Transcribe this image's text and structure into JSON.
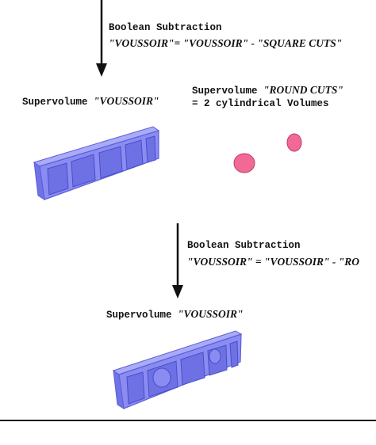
{
  "step1": {
    "heading": "Boolean Subtraction",
    "formula": "\"VOUSSOIR\"= \"VOUSSOIR\" - \"SQUARE CUTS\""
  },
  "voussoir_label": {
    "prefix": "Supervolume ",
    "name": "\"VOUSSOIR\""
  },
  "round_cuts_label": {
    "prefix": "Supervolume ",
    "name": "\"ROUND CUTS\"",
    "line2": "= 2 cylindrical Volumes"
  },
  "step2": {
    "heading": "Boolean Subtraction",
    "formula": "\"VOUSSOIR\" = \"VOUSSOIR\" - \"RO"
  },
  "result_label": {
    "prefix": "Supervolume ",
    "name": "\"VOUSSOIR\""
  },
  "colors": {
    "beam": "#8a8cf2",
    "beam_dark": "#5b5fd9",
    "cut": "#f06a95"
  }
}
